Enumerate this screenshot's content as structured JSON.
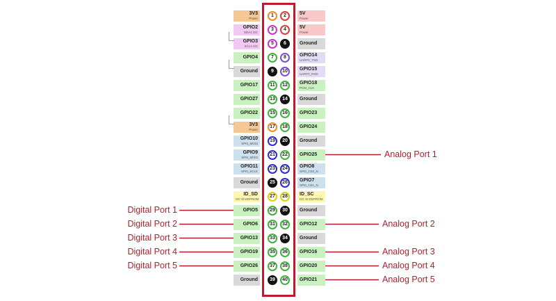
{
  "colors": {
    "frame": "#c0182c",
    "port_text": "#b51c2e",
    "power33": "#f7c793",
    "power33_ring": "#f08a24",
    "power5": "#f9c9c9",
    "power5_ring": "#e23a3a",
    "i2c": "#f2c9f2",
    "i2c_ring": "#d030d0",
    "gpio": "#c9f2c0",
    "gpio_ring": "#3cb43c",
    "ground": "#d9d9d9",
    "ground_ring": "#111111",
    "uart": "#e2dcf5",
    "uart_ring": "#7b4fd0",
    "spi": "#cde0ee",
    "spi_ring": "#2a2ad0",
    "idsd": "#fff7b0",
    "idsd_ring": "#e0d000"
  },
  "rows": [
    {
      "left": {
        "name": "3V3",
        "sub": "Power",
        "type": "power33"
      },
      "right": {
        "name": "5V",
        "sub": "Power",
        "type": "power5"
      },
      "pins": [
        "1",
        "2"
      ]
    },
    {
      "left": {
        "name": "GPIO2",
        "sub": "SDA1 I2C",
        "type": "i2c"
      },
      "right": {
        "name": "5V",
        "sub": "Power",
        "type": "power5"
      },
      "pins": [
        "3",
        "4"
      ]
    },
    {
      "left": {
        "name": "GPIO3",
        "sub": "SCL1 I2C",
        "type": "i2c"
      },
      "right": {
        "name": "Ground",
        "sub": "",
        "type": "ground"
      },
      "pins": [
        "5",
        "6"
      ]
    },
    {
      "left": {
        "name": "GPIO4",
        "sub": "",
        "type": "gpio"
      },
      "right": {
        "name": "GPIO14",
        "sub": "UART0_TXD",
        "type": "uart"
      },
      "pins": [
        "7",
        "8"
      ]
    },
    {
      "left": {
        "name": "Ground",
        "sub": "",
        "type": "ground"
      },
      "right": {
        "name": "GPIO15",
        "sub": "UART0_RXD",
        "type": "uart"
      },
      "pins": [
        "9",
        "10"
      ]
    },
    {
      "left": {
        "name": "GPIO17",
        "sub": "",
        "type": "gpio"
      },
      "right": {
        "name": "GPIO18",
        "sub": "PCM_CLK",
        "type": "gpio"
      },
      "pins": [
        "11",
        "12"
      ]
    },
    {
      "left": {
        "name": "GPIO27",
        "sub": "",
        "type": "gpio"
      },
      "right": {
        "name": "Ground",
        "sub": "",
        "type": "ground"
      },
      "pins": [
        "13",
        "14"
      ]
    },
    {
      "left": {
        "name": "GPIO22",
        "sub": "",
        "type": "gpio"
      },
      "right": {
        "name": "GPIO23",
        "sub": "",
        "type": "gpio"
      },
      "pins": [
        "15",
        "16"
      ]
    },
    {
      "left": {
        "name": "3V3",
        "sub": "Power",
        "type": "power33"
      },
      "right": {
        "name": "GPIO24",
        "sub": "",
        "type": "gpio"
      },
      "pins": [
        "17",
        "18"
      ]
    },
    {
      "left": {
        "name": "GPIO10",
        "sub": "SPI0_MOSI",
        "type": "spi"
      },
      "right": {
        "name": "Ground",
        "sub": "",
        "type": "ground"
      },
      "pins": [
        "19",
        "20"
      ]
    },
    {
      "left": {
        "name": "GPIO9",
        "sub": "SPI0_MISO",
        "type": "spi"
      },
      "right": {
        "name": "GPIO25",
        "sub": "",
        "type": "gpio"
      },
      "pins": [
        "21",
        "22"
      ]
    },
    {
      "left": {
        "name": "GPIO11",
        "sub": "SPI0_SCLK",
        "type": "spi"
      },
      "right": {
        "name": "GPIO8",
        "sub": "SPI0_CE0_N",
        "type": "spi"
      },
      "pins": [
        "23",
        "24"
      ]
    },
    {
      "left": {
        "name": "Ground",
        "sub": "",
        "type": "ground"
      },
      "right": {
        "name": "GPIO7",
        "sub": "SPI0_CE1_N",
        "type": "spi"
      },
      "pins": [
        "25",
        "26"
      ]
    },
    {
      "left": {
        "name": "ID_SD",
        "sub": "I2C ID EEPROM",
        "type": "idsd"
      },
      "right": {
        "name": "ID_SC",
        "sub": "I2C ID EEPROM",
        "type": "idsd"
      },
      "pins": [
        "27",
        "28"
      ]
    },
    {
      "left": {
        "name": "GPIO5",
        "sub": "",
        "type": "gpio"
      },
      "right": {
        "name": "Ground",
        "sub": "",
        "type": "ground"
      },
      "pins": [
        "29",
        "30"
      ]
    },
    {
      "left": {
        "name": "GPIO6",
        "sub": "",
        "type": "gpio"
      },
      "right": {
        "name": "GPIO12",
        "sub": "",
        "type": "gpio"
      },
      "pins": [
        "31",
        "32"
      ]
    },
    {
      "left": {
        "name": "GPIO13",
        "sub": "",
        "type": "gpio"
      },
      "right": {
        "name": "Ground",
        "sub": "",
        "type": "ground"
      },
      "pins": [
        "33",
        "34"
      ]
    },
    {
      "left": {
        "name": "GPIO19",
        "sub": "",
        "type": "gpio"
      },
      "right": {
        "name": "GPIO16",
        "sub": "",
        "type": "gpio"
      },
      "pins": [
        "35",
        "36"
      ]
    },
    {
      "left": {
        "name": "GPIO26",
        "sub": "",
        "type": "gpio"
      },
      "right": {
        "name": "GPIO20",
        "sub": "",
        "type": "gpio"
      },
      "pins": [
        "37",
        "38"
      ]
    },
    {
      "left": {
        "name": "Ground",
        "sub": "",
        "type": "ground"
      },
      "right": {
        "name": "GPIO21",
        "sub": "",
        "type": "gpio"
      },
      "pins": [
        "39",
        "40"
      ]
    }
  ],
  "digital_ports": [
    {
      "label": "Digital Port 1",
      "row": 14
    },
    {
      "label": "Digital Port 2",
      "row": 15
    },
    {
      "label": "Digital Port 3",
      "row": 16
    },
    {
      "label": "Digital Port 4",
      "row": 17
    },
    {
      "label": "Digital Port 5",
      "row": 18
    }
  ],
  "analog_ports": [
    {
      "label": "Analog Port 1",
      "row": 10
    },
    {
      "label": "Analog Port 2",
      "row": 15
    },
    {
      "label": "Analog Port 3",
      "row": 17
    },
    {
      "label": "Analog Port 4",
      "row": 18
    },
    {
      "label": "Analog Port 5",
      "row": 19
    }
  ]
}
